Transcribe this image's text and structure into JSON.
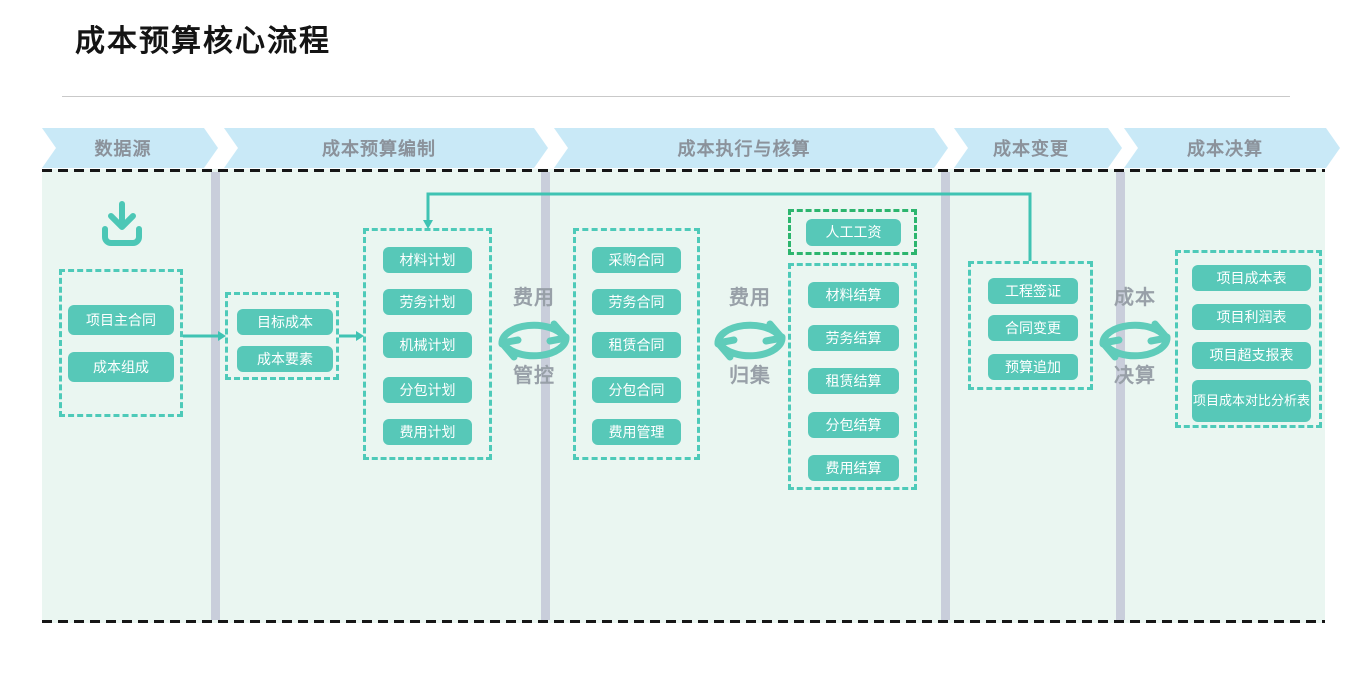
{
  "title": "成本预算核心流程",
  "stages": [
    {
      "label": "数据源"
    },
    {
      "label": "成本预算编制"
    },
    {
      "label": "成本执行与核算"
    },
    {
      "label": "成本变更"
    },
    {
      "label": "成本决算"
    }
  ],
  "source": {
    "icon": "download-icon",
    "items": [
      "项目主合同",
      "成本组成"
    ]
  },
  "budget": {
    "basis": [
      "目标成本",
      "成本要素"
    ],
    "plans": [
      "材料计划",
      "劳务计划",
      "机械计划",
      "分包计划",
      "费用计划"
    ]
  },
  "execution": {
    "contracts": [
      "采购合同",
      "劳务合同",
      "租赁合同",
      "分包合同",
      "费用管理"
    ],
    "labor_wage": "人工工资",
    "settlements": [
      "材料结算",
      "劳务结算",
      "租赁结算",
      "分包结算",
      "费用结算"
    ]
  },
  "change": {
    "items": [
      "工程签证",
      "合同变更",
      "预算追加"
    ]
  },
  "final": {
    "reports": [
      "项目成本表",
      "项目利润表",
      "项目超支报表",
      "项目成本对比分析表"
    ]
  },
  "cycles": [
    {
      "top": "费用",
      "bottom": "管控"
    },
    {
      "top": "费用",
      "bottom": "归集"
    },
    {
      "top": "成本",
      "bottom": "决算"
    }
  ],
  "colors": {
    "chip": "#57c8b8",
    "dashed_border": "#4ecab9",
    "wage_border": "#2cb56e",
    "banner": "#c9e9f7",
    "banner_text": "#8b929b",
    "lane_background": "#eaf6f1",
    "divider": "#c9cedb",
    "cycle_icon": "#5fccba",
    "flow_line": "#3fc3b3",
    "cycle_label": "#98a0a8"
  }
}
